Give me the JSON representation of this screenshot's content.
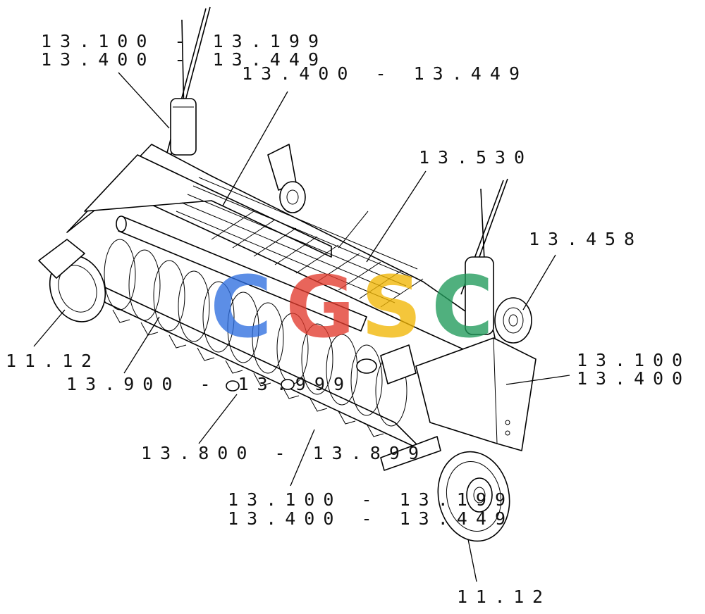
{
  "callouts": {
    "c1_line1": "13.100 - 13.199",
    "c1_line2": "13.400 - 13.449",
    "c2": "13.400 - 13.449",
    "c3": "13.530",
    "c4": "13.458",
    "c5_line1": "13.100",
    "c5_line2": "13.400",
    "c6": "11.12",
    "c7": "13.900 - 13.999",
    "c8": "13.800 - 13.899",
    "c9_line1": "13.100 - 13.199",
    "c9_line2": "13.400 - 13.449",
    "c10": "11.12"
  },
  "watermark": {
    "letters": [
      "C",
      "G",
      "S",
      "C"
    ],
    "colors": [
      "#2f6fe0",
      "#e23b2e",
      "#f2b705",
      "#1f9a5a"
    ]
  }
}
